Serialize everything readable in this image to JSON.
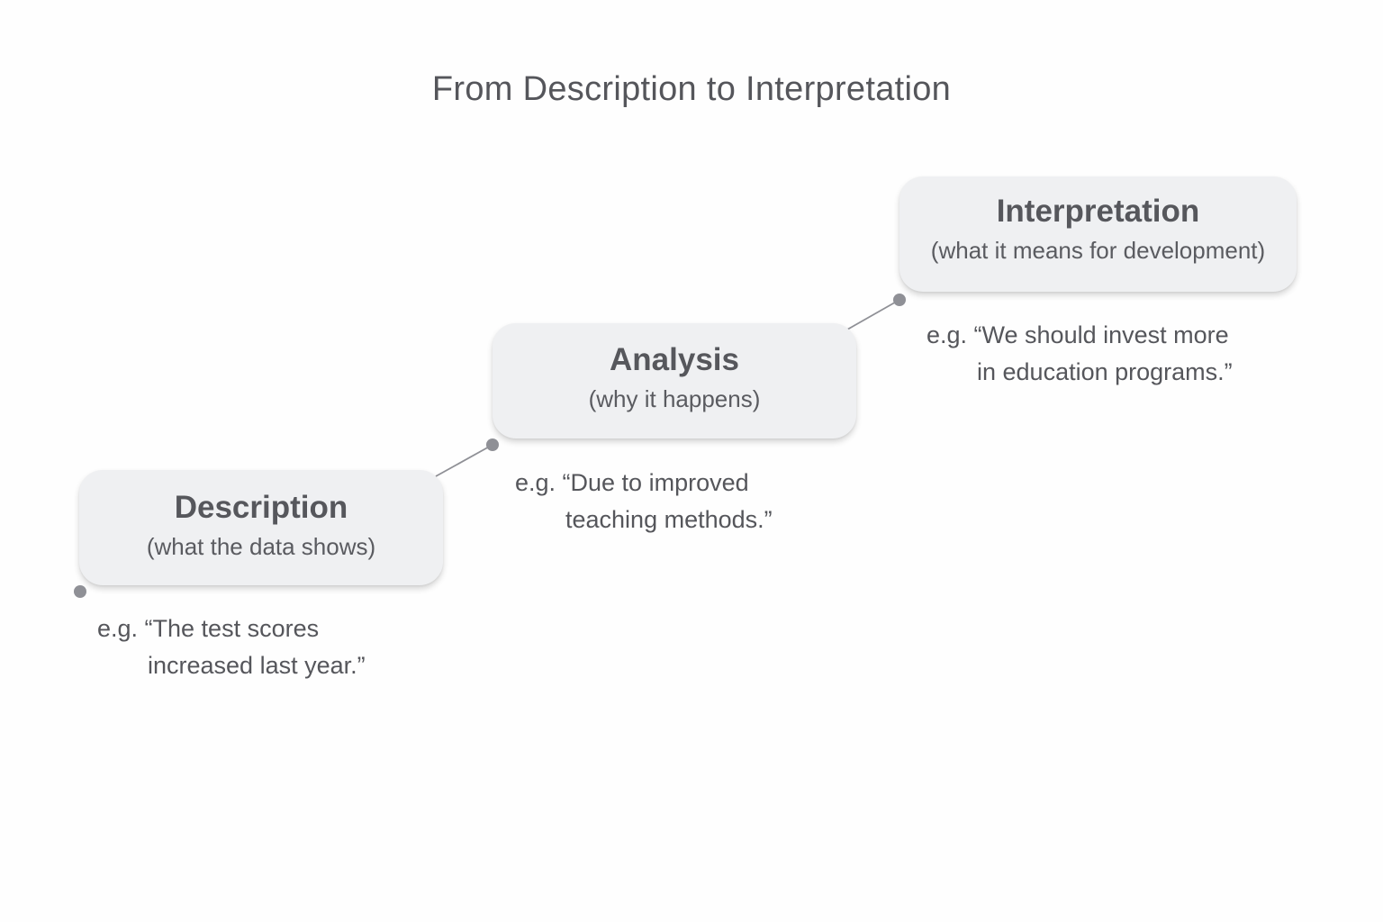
{
  "title": "From Description to Interpretation",
  "colors": {
    "box_fill": "#eff0f2",
    "text": "#55565b",
    "connector": "#8f9096"
  },
  "stages": [
    {
      "title": "Description",
      "subtitle": "(what the data shows)",
      "example_line1": "e.g. “The test scores",
      "example_line2": "increased last year.”"
    },
    {
      "title": "Analysis",
      "subtitle": "(why it happens)",
      "example_line1": "e.g. “Due to improved",
      "example_line2": "teaching methods.”"
    },
    {
      "title": "Interpretation",
      "subtitle": "(what it means for development)",
      "example_line1": "e.g. “We should invest more",
      "example_line2": "in education programs.”"
    }
  ]
}
